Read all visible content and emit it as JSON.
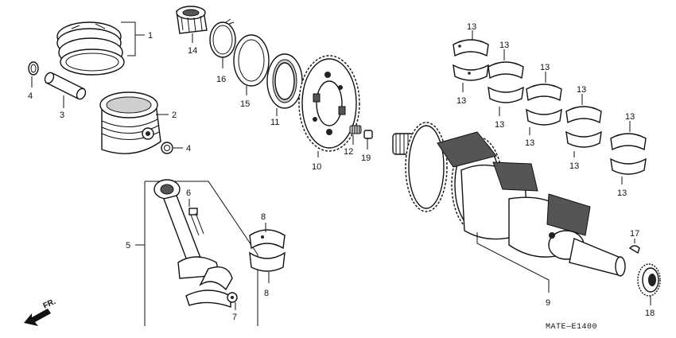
{
  "callouts": {
    "c1": "1",
    "c2": "2",
    "c3": "3",
    "c4a": "4",
    "c4b": "4",
    "c5": "5",
    "c6": "6",
    "c7": "7",
    "c8a": "8",
    "c8b": "8",
    "c9": "9",
    "c10": "10",
    "c11": "11",
    "c12": "12",
    "c13_1": "13",
    "c13_2": "13",
    "c13_3": "13",
    "c13_4": "13",
    "c13_5": "13",
    "c13_6": "13",
    "c13_7": "13",
    "c13_8": "13",
    "c13_9": "13",
    "c13_10": "13",
    "c14": "14",
    "c15": "15",
    "c16": "16",
    "c17": "17",
    "c18": "18",
    "c19": "19"
  },
  "diagram_code": "MATE—E1400",
  "direction_label": "FR."
}
